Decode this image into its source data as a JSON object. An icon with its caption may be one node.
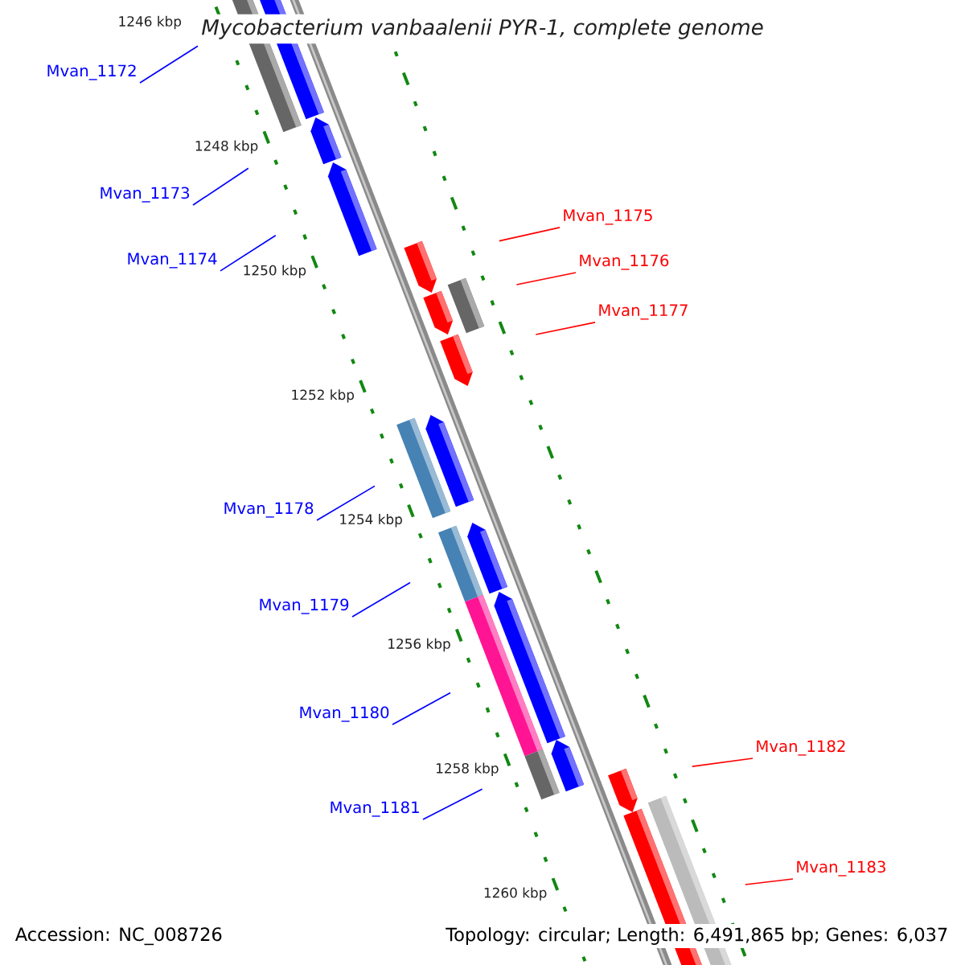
{
  "diagram": {
    "title": "Mycobacterium vanbaalenii PYR-1, complete genome",
    "nodes": [
      {
        "text": [
          "Mvan_1172"
        ]
      },
      {
        "text": [
          "Mvan_1173"
        ]
      },
      {
        "text": [
          "Mvan_1174"
        ]
      },
      {
        "text": [
          "Mvan_1175"
        ]
      },
      {
        "text": [
          "Mvan_1176"
        ]
      },
      {
        "text": [
          "Mvan_1177"
        ]
      },
      {
        "text": [
          "Mvan_1178"
        ]
      },
      {
        "text": [
          "Mvan_1179"
        ]
      },
      {
        "text": [
          "Mvan_1180"
        ]
      },
      {
        "text": [
          "Mvan_1181"
        ]
      },
      {
        "text": [
          "Mvan_1182"
        ]
      },
      {
        "text": [
          "Mvan_1183"
        ]
      }
    ],
    "edges": [
      {
        "from": 0,
        "to": null,
        "arrow": "none"
      },
      {
        "from": 1,
        "to": null,
        "arrow": "none"
      },
      {
        "from": 2,
        "to": null,
        "arrow": "none"
      },
      {
        "from": 3,
        "to": null,
        "arrow": "none",
        "color": "#ff0000"
      },
      {
        "from": 4,
        "to": null,
        "arrow": "none",
        "color": "#ff0000"
      },
      {
        "from": 5,
        "to": null,
        "arrow": "none",
        "color": "#ff0000"
      },
      {
        "from": 6,
        "to": null,
        "arrow": "none"
      },
      {
        "from": 7,
        "to": null,
        "arrow": "none"
      },
      {
        "from": 8,
        "to": null,
        "arrow": "none"
      },
      {
        "from": 9,
        "to": null,
        "arrow": "none"
      },
      {
        "from": 10,
        "to": null,
        "arrow": "none",
        "color": "#ff0000"
      },
      {
        "from": 11,
        "to": null,
        "arrow": "none",
        "color": "#ff0000"
      }
    ],
    "labels": [
      "1246 kbp",
      "1248 kbp",
      "1250 kbp",
      "1252 kbp",
      "1254 kbp",
      "1256 kbp",
      "1258 kbp",
      "1260 kbp",
      "Accession: NC_008726",
      "Topology: circular; Length: 6,491,865 bp; Genes: 6,037"
    ]
  }
}
